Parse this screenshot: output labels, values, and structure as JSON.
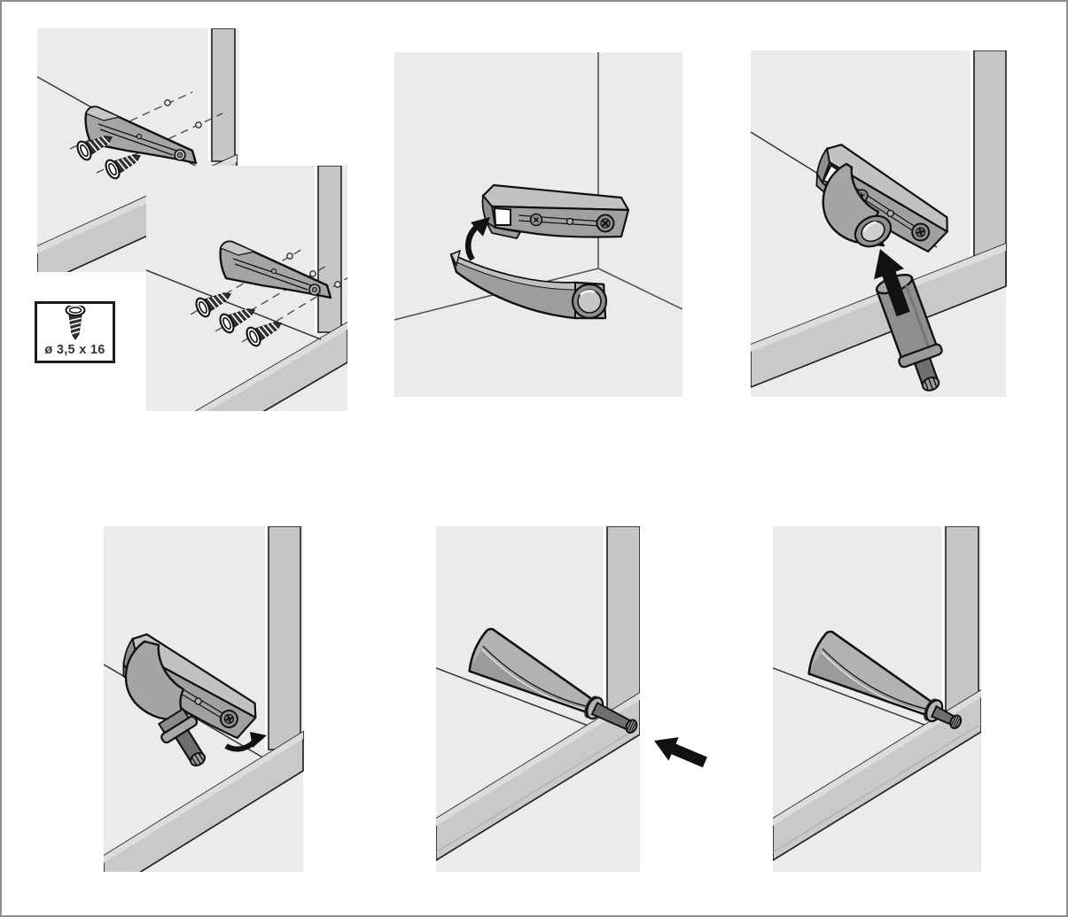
{
  "document": {
    "kind": "furniture-hardware-assembly-instructions",
    "visible_text": [
      "ø 3,5 x 16"
    ]
  },
  "screw_box": {
    "label": "ø 3,5 x 16",
    "icon": "countersunk-screw-icon"
  },
  "colors": {
    "page_bg": "#ffffff",
    "page_border": "#909090",
    "panel_bg": "#ebebeb",
    "edge_strip": "#c6c6c6",
    "edge_strip_light": "#dcdcdc",
    "part_gray": "#a5a5a5",
    "part_light": "#c4c4c4",
    "part_dark": "#6f6f6f",
    "outline": "#1a1a1a",
    "arrow_black": "#111111",
    "dashed_line": "#444444"
  },
  "panels": [
    {
      "id": "step-1",
      "name": "fasten-adapter-plate-with-screws",
      "views": 2,
      "screws_view_a": 2,
      "screws_view_b": 3
    },
    {
      "id": "step-2",
      "name": "clip-housing-onto-adapter",
      "arrow": "curved-clip-arrow"
    },
    {
      "id": "step-3",
      "name": "insert-trigger-pin-into-housing",
      "arrow": "straight-insert-arrow"
    },
    {
      "id": "step-4",
      "name": "rotate-housing-toward-panel",
      "arrow": "small-curved-rotate-arrow"
    },
    {
      "id": "step-5",
      "name": "press-pin-through-edge",
      "arrow": "straight-press-arrow"
    },
    {
      "id": "step-6",
      "name": "final-position-pin-retracted",
      "arrow": "none"
    }
  ]
}
